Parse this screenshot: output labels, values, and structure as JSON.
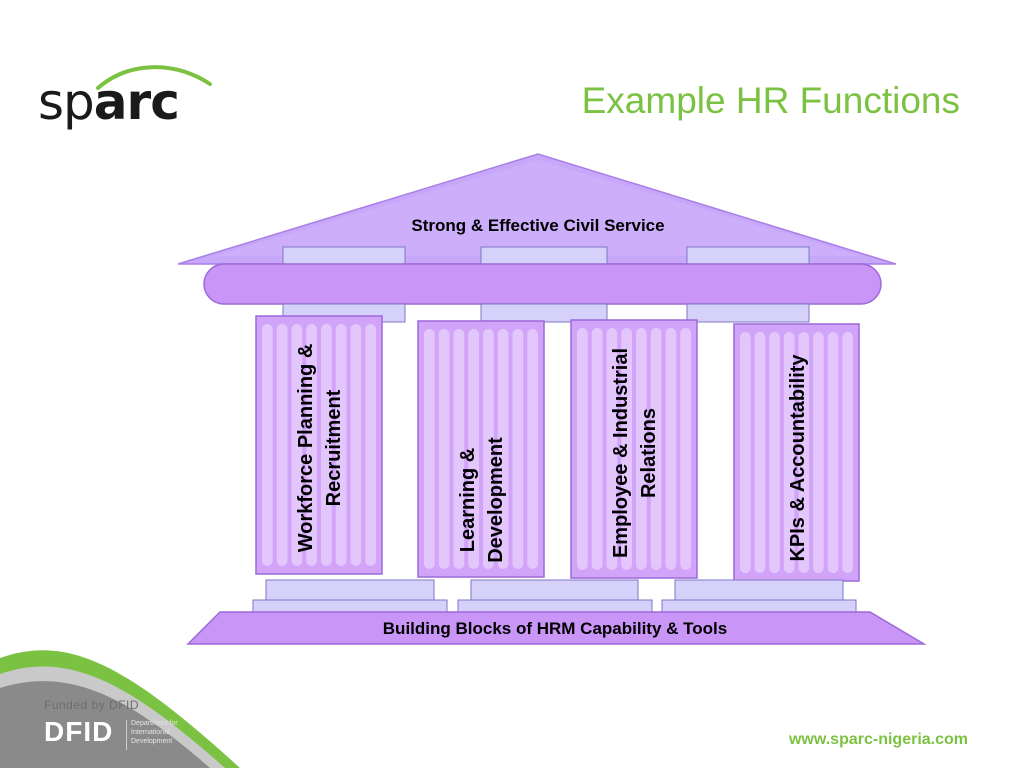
{
  "logo": {
    "sp": "sp",
    "arc": "arc"
  },
  "title": "Example HR Functions",
  "temple": {
    "roof_label": "Strong & Effective Civil Service",
    "base_label": "Building Blocks of HRM Capability & Tools",
    "pillars": [
      {
        "line1": "Workforce Planning &",
        "line2": "Recruitment"
      },
      {
        "line1": "Learning &",
        "line2": "Development"
      },
      {
        "line1": "Employee & Industrial",
        "line2": "Relations"
      },
      {
        "line1": "KPIs & Accountability",
        "line2": ""
      }
    ]
  },
  "footer": {
    "funded_by": "Funded by DFID",
    "dfid": "DFID",
    "dfid_sub": [
      "Department for",
      "International",
      "Development"
    ],
    "website": "www.sparc-nigeria.com"
  },
  "colors": {
    "accent_green": "#7cc242",
    "pillar_purple": "#cf9bf8",
    "pale_purple": "#d6d1fb"
  }
}
